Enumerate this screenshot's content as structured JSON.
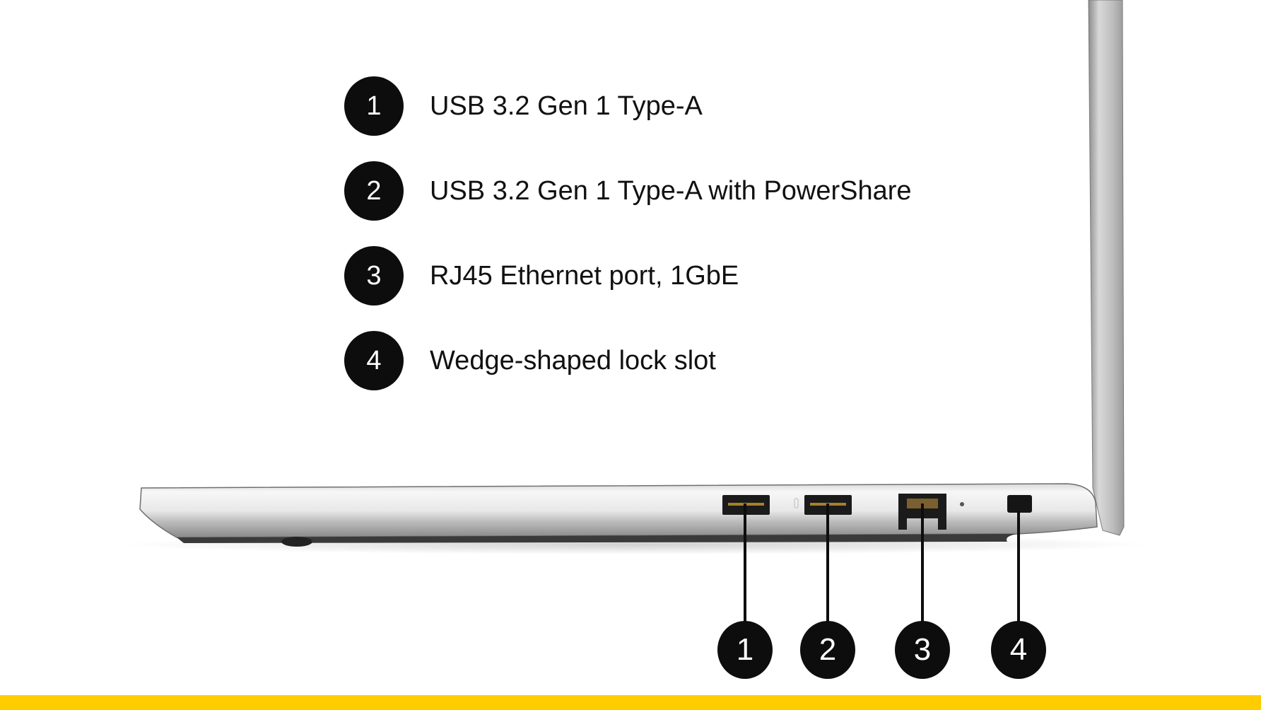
{
  "legend": [
    {
      "number": "1",
      "label": "USB 3.2 Gen 1 Type-A"
    },
    {
      "number": "2",
      "label": "USB 3.2 Gen 1 Type-A with PowerShare"
    },
    {
      "number": "3",
      "label": "RJ45 Ethernet port, 1GbE"
    },
    {
      "number": "4",
      "label": "Wedge-shaped lock slot"
    }
  ],
  "callouts": [
    "1",
    "2",
    "3",
    "4"
  ],
  "colors": {
    "accent_bar": "#FFCC00",
    "badge": "#0d0d0d"
  }
}
